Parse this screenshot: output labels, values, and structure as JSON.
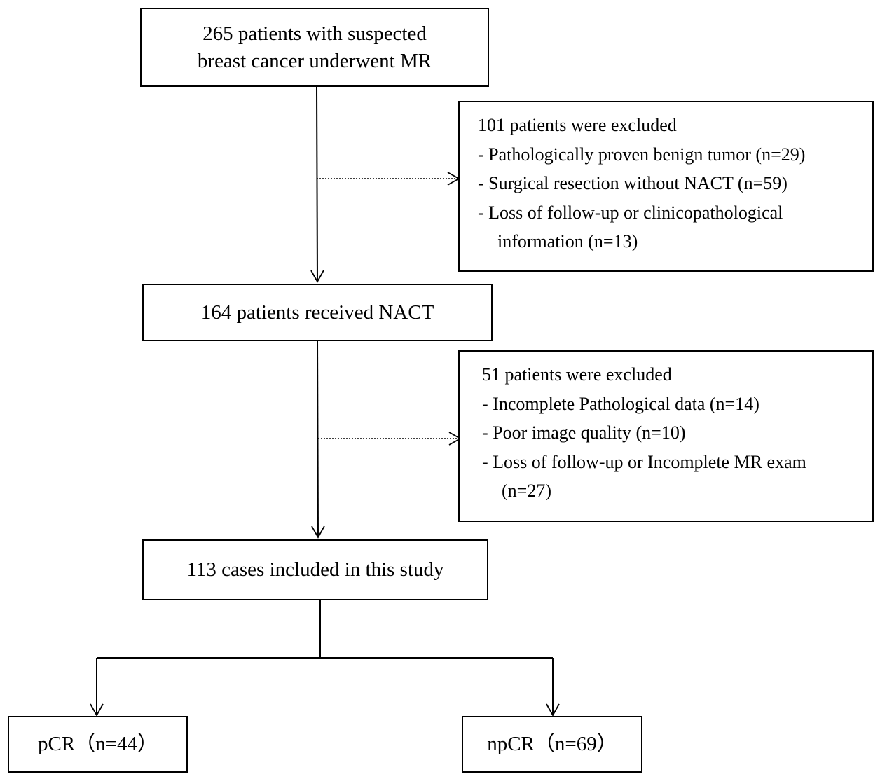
{
  "boxes": {
    "start": {
      "line1": "265 patients with suspected",
      "line2": "breast cancer underwent MR"
    },
    "excluded1": {
      "title": "101 patients were excluded",
      "items": [
        "- Pathologically proven benign tumor (n=29)",
        "- Surgical resection without NACT (n=59)",
        "- Loss of follow-up or clinicopathological",
        "information (n=13)"
      ]
    },
    "nact": {
      "text": "164 patients received NACT"
    },
    "excluded2": {
      "title": "51 patients were excluded",
      "items": [
        "- Incomplete Pathological data (n=14)",
        "- Poor image quality (n=10)",
        "- Loss of follow-up or Incomplete MR exam",
        "(n=27)"
      ]
    },
    "included": {
      "text": "113 cases included in this study"
    },
    "pcr": {
      "text": "pCR（n=44）"
    },
    "npcr": {
      "text": "npCR（n=69）"
    }
  }
}
